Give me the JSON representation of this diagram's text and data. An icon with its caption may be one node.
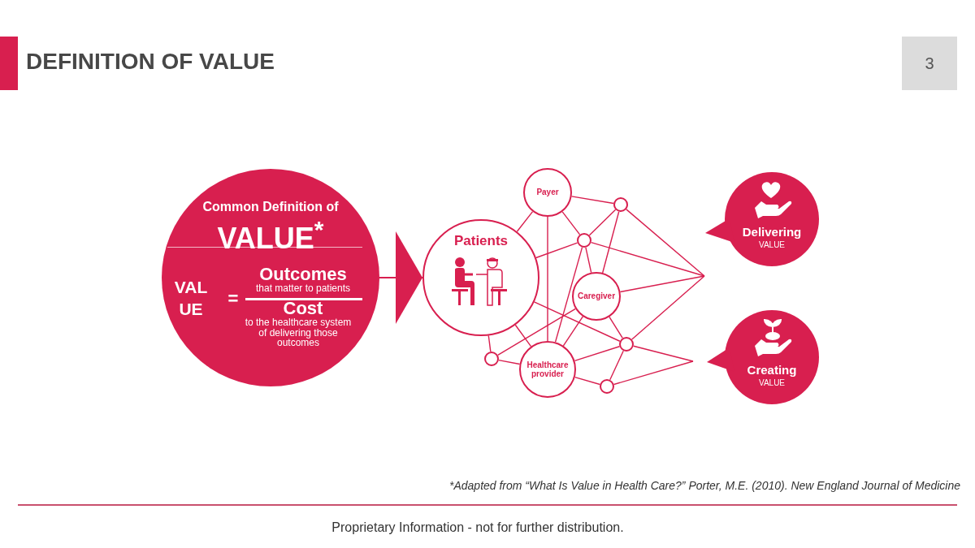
{
  "diagram": {
    "title": "DEFINITION OF VALUE",
    "nodes": [
      {
        "text": [
          "Common Definition of",
          "VALUE$^{*}$",
          "VAL UE",
          "=",
          "Outcomes",
          "that matter to patients",
          "Cost",
          "to the healthcare system of delivering those outcomes"
        ]
      },
      {
        "text": [
          "Patients"
        ]
      },
      {
        "text": [
          "Payer"
        ]
      },
      {
        "text": [],
        "shape": "circle"
      },
      {
        "text": [],
        "shape": "circle"
      },
      {
        "text": [
          "Caregiver"
        ]
      },
      {
        "text": [],
        "shape": "circle"
      },
      {
        "text": [],
        "shape": "circle"
      },
      {
        "text": [
          "Healthcare provider"
        ]
      },
      {
        "text": [],
        "shape": "circle"
      },
      {
        "text": [
          "Delivering",
          "VALUE"
        ]
      },
      {
        "text": [
          "Creating",
          "VALUE"
        ]
      }
    ],
    "edges": [
      {
        "from": 0,
        "to": 1,
        "arrow": "to"
      },
      {
        "from": 2,
        "to": 3,
        "arrow": "none"
      },
      {
        "from": 2,
        "to": 1,
        "arrow": "none"
      },
      {
        "from": 2,
        "to": 8,
        "arrow": "none"
      },
      {
        "from": 2,
        "to": 4,
        "arrow": "none"
      },
      {
        "from": 3,
        "to": 4,
        "arrow": "none"
      },
      {
        "from": 3,
        "to": 5,
        "arrow": "none"
      },
      {
        "from": 3,
        "to": null,
        "arrow": "none"
      },
      {
        "from": 4,
        "to": 1,
        "arrow": "none"
      },
      {
        "from": 4,
        "to": null,
        "arrow": "none"
      },
      {
        "from": 4,
        "to": 8,
        "arrow": "none"
      },
      {
        "from": 4,
        "to": 5,
        "arrow": "none"
      },
      {
        "from": 5,
        "to": null,
        "arrow": "none"
      },
      {
        "from": 5,
        "to": 7,
        "arrow": "none"
      },
      {
        "from": 5,
        "to": 8,
        "arrow": "none"
      },
      {
        "from": 5,
        "to": 6,
        "arrow": "none"
      },
      {
        "from": 1,
        "to": 6,
        "arrow": "none"
      },
      {
        "from": 1,
        "to": 7,
        "arrow": "none"
      },
      {
        "from": 1,
        "to": 8,
        "arrow": "none"
      },
      {
        "from": 7,
        "to": 8,
        "arrow": "none"
      },
      {
        "from": 8,
        "to": 6,
        "arrow": "none"
      },
      {
        "from": 8,
        "to": 9,
        "arrow": "none"
      },
      {
        "from": 6,
        "to": null,
        "arrow": "none"
      },
      {
        "from": 6,
        "to": null,
        "arrow": "none"
      },
      {
        "from": 6,
        "to": 9,
        "arrow": "none"
      },
      {
        "from": 9,
        "to": null,
        "arrow": "none"
      }
    ],
    "labels": [
      "3",
      "*Adapted from “What Is Value in Health Care?” Porter, M.E. (2010). New England Journal of Medicine",
      "Proprietary Information - not for further distribution."
    ]
  }
}
